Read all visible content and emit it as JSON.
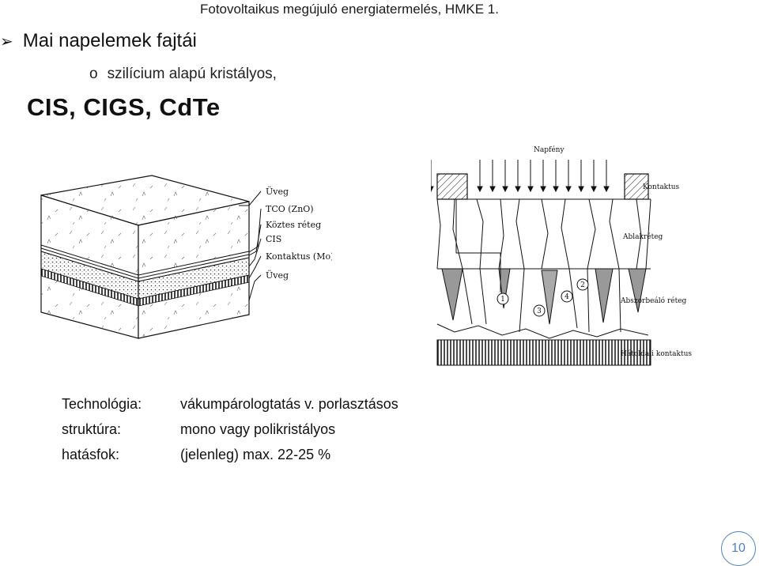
{
  "header": {
    "title": "Fotovoltaikus megújuló energiatermelés, HMKE 1."
  },
  "bullet": {
    "text": "Mai napelemek fajtái"
  },
  "sub_bullet": {
    "marker": "o",
    "text": "szilícium alapú kristályos,"
  },
  "section_title": "CIS, CIGS, CdTe",
  "left_figure": {
    "layers": [
      "Üveg",
      "TCO (ZnO)",
      "Köztes réteg",
      "CIS",
      "Kontaktus (Mo)",
      "Üveg"
    ]
  },
  "right_figure": {
    "top_label": "Napfény",
    "contact_label": "Kontaktus",
    "window_label": "Ablakréteg",
    "absorber_label": "Abszorbeáló réteg",
    "back_contact_label": "Hátoldali kontaktus",
    "markers": [
      "1",
      "2",
      "3",
      "4"
    ]
  },
  "properties": [
    {
      "key": "Technológia:",
      "value": "vákumpárologtatás v. porlasztásos"
    },
    {
      "key": "struktúra:",
      "value": "mono vagy polikristályos"
    },
    {
      "key": "hatásfok:",
      "value": "(jelenleg) max. 22-25 %"
    }
  ],
  "page_number": "10",
  "colors": {
    "accent": "#4f81bd",
    "text": "#111111"
  }
}
